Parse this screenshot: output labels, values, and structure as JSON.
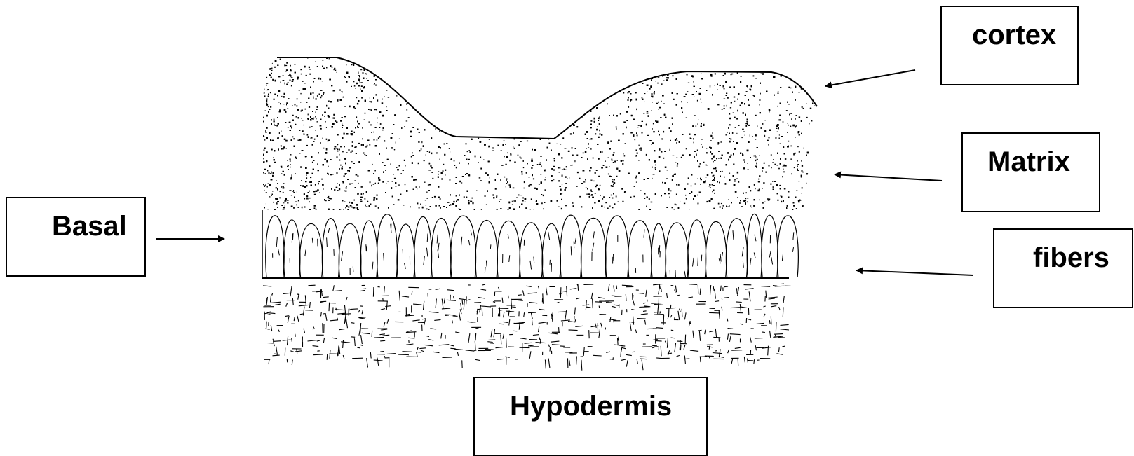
{
  "labels": {
    "cortex": "cortex",
    "matrix": "Matrix",
    "fibers": "fibers",
    "basal": "Basal",
    "hypodermis": "Hypodermis"
  },
  "colors": {
    "ink": "#000000",
    "background": "#ffffff"
  }
}
